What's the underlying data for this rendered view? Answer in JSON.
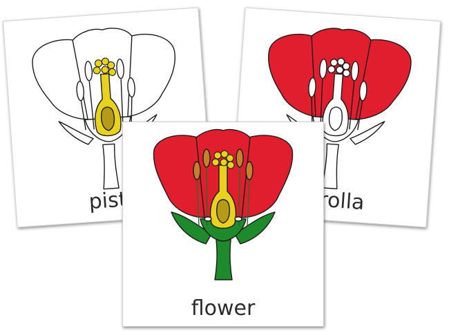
{
  "cards": {
    "left": {
      "word": "pistil",
      "highlight_part": "pistil",
      "highlight_color": "#e8d21e"
    },
    "right": {
      "word": "corolla",
      "highlight_part": "corolla",
      "highlight_color": "#e01e2e"
    },
    "front": {
      "word": "flower",
      "highlight_part": "whole flower"
    }
  },
  "colors": {
    "petal": "#e01e2e",
    "pistil": "#e8d21e",
    "stamen": "#c77f2a",
    "sepal": "#1f8a2b",
    "outline": "#1a1a1a",
    "card_border": "#cfcfcf"
  }
}
